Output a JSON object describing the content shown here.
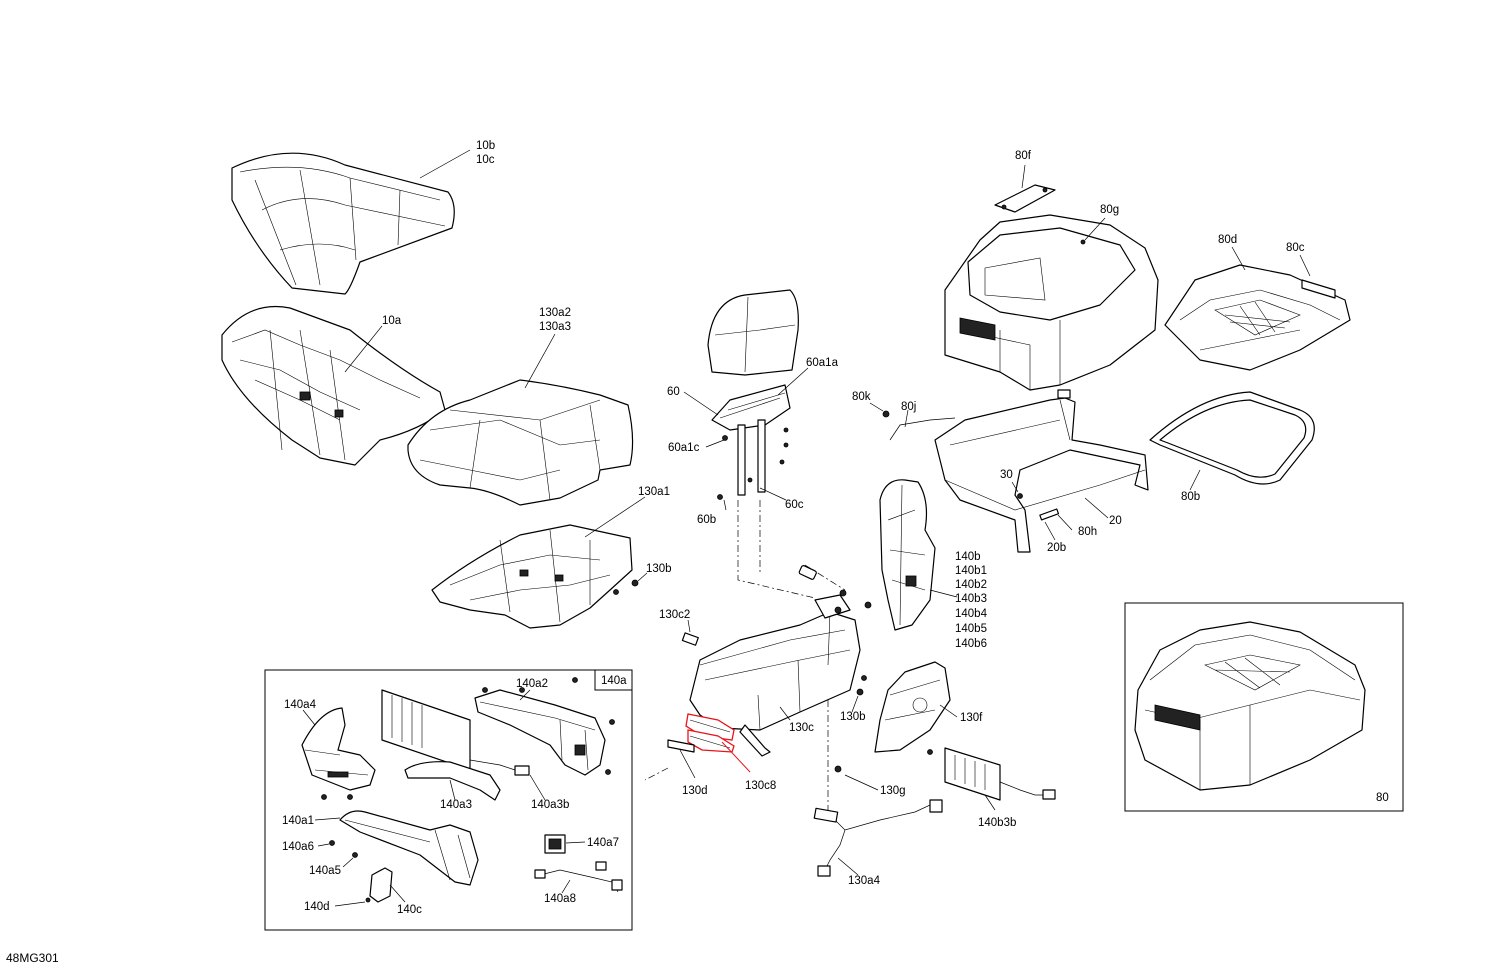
{
  "drawing_code": "48MG301",
  "labels": {
    "p10b": "10b",
    "p10c": "10c",
    "p10a": "10a",
    "p130a2": "130a2",
    "p130a3": "130a3",
    "p130a1": "130a1",
    "p130b": "130b",
    "p130c2": "130c2",
    "p130c": "130c",
    "p130c8": "130c8",
    "p130d": "130d",
    "p130b_2": "130b",
    "p130g": "130g",
    "p130a4": "130a4",
    "p60": "60",
    "p60a1a": "60a1a",
    "p60a1c": "60a1c",
    "p60b": "60b",
    "p60c": "60c",
    "p80f": "80f",
    "p80g": "80g",
    "p80d": "80d",
    "p80c": "80c",
    "p80k": "80k",
    "p80j": "80j",
    "p80b": "80b",
    "p80h": "80h",
    "p30": "30",
    "p20": "20",
    "p20b": "20b",
    "p140b": "140b",
    "p140b1": "140b1",
    "p140b2": "140b2",
    "p140b3": "140b3",
    "p140b4": "140b4",
    "p140b5": "140b5",
    "p140b6": "140b6",
    "p130f": "130f",
    "p140b3b": "140b3b",
    "p140a": "140a",
    "p140a2": "140a2",
    "p140a4": "140a4",
    "p140a3": "140a3",
    "p140a3b": "140a3b",
    "p140a1": "140a1",
    "p140a6": "140a6",
    "p140a5": "140a5",
    "p140a7": "140a7",
    "p140a8": "140a8",
    "p140d": "140d",
    "p140c": "140c",
    "p80": "80"
  },
  "highlight_color": "#e8141b",
  "line_color": "#000000"
}
